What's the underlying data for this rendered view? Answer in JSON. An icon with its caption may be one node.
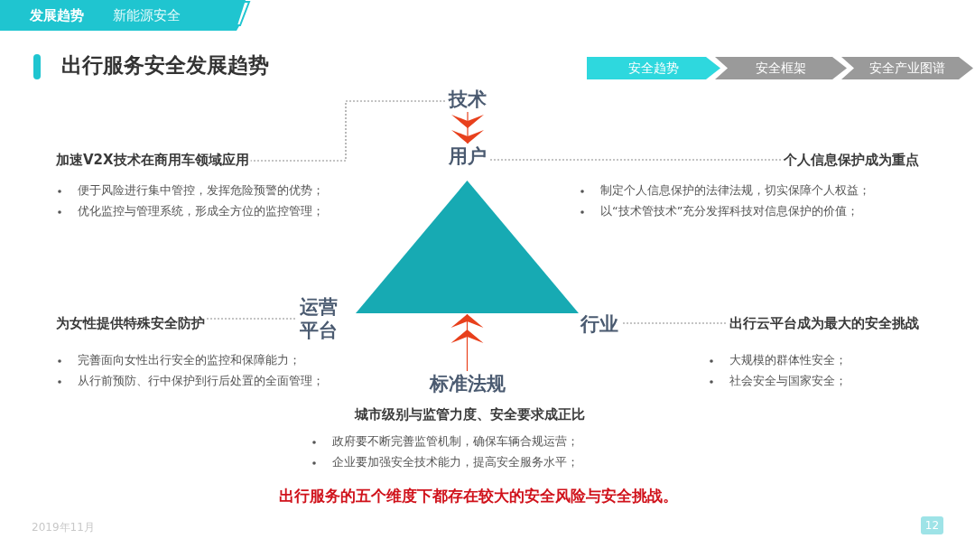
{
  "diagram": {
    "title": "出行服务安全发展趋势",
    "nodes": [
      {
        "text": [
          "技术"
        ]
      },
      {
        "text": [
          "用户"
        ]
      },
      {
        "text": [],
        "shape": "triangle"
      },
      {
        "text": [
          "运营平台"
        ]
      },
      {
        "text": [
          "行业"
        ]
      },
      {
        "text": [
          "标准法规"
        ],
        "beside": [
          "城市级别与监管力度、安全要求成正比",
          "政府要不断完善监管机制，确保车辆合规运营；",
          "企业要加强安全技术能力，提高安全服务水平；"
        ]
      },
      {
        "text": [
          "加速V2X技术在商用车领域应用"
        ],
        "beside": [
          "便于风险进行集中管控，发挥危险预警的优势；",
          "优化监控与管理系统，形成全方位的监控管理；"
        ]
      },
      {
        "text": [
          "个人信息保护成为重点"
        ],
        "beside": [
          "制定个人信息保护的法律法规，切实保障个人权益；",
          "以“技术管技术”充分发挥科技对信息保护的价值；"
        ]
      },
      {
        "text": [
          "为女性提供特殊安全防护"
        ],
        "beside": [
          "完善面向女性出行安全的监控和保障能力；",
          "从行前预防、行中保护到行后处置的全面管理；"
        ]
      },
      {
        "text": [
          "出行云平台成为最大的安全挑战"
        ],
        "beside": [
          "大规模的群体性安全；",
          "社会安全与国家安全；"
        ]
      },
      {
        "text": [
          "安全趋势"
        ]
      },
      {
        "text": [
          "安全框架"
        ]
      },
      {
        "text": [
          "安全产业图谱"
        ]
      },
      {
        "text": [
          "发展趋势",
          "新能源安全"
        ]
      }
    ],
    "edges": [
      {
        "from": 0,
        "to": 1,
        "arrow": "to",
        "color": "#e8401c"
      },
      {
        "from": 5,
        "to": 2,
        "arrow": "to",
        "color": "#e8401c"
      },
      {
        "from": 0,
        "to": 6,
        "arrow": "none",
        "style": "dashed"
      },
      {
        "from": 1,
        "to": 7,
        "arrow": "none",
        "style": "dashed"
      },
      {
        "from": 8,
        "to": 3,
        "arrow": "none",
        "style": "dashed"
      },
      {
        "from": 4,
        "to": 9,
        "arrow": "none",
        "style": "dashed"
      }
    ],
    "labels": [
      "出行服务的五个维度下都存在较大的安全风险与安全挑战。",
      "2019年11月",
      "12"
    ]
  }
}
